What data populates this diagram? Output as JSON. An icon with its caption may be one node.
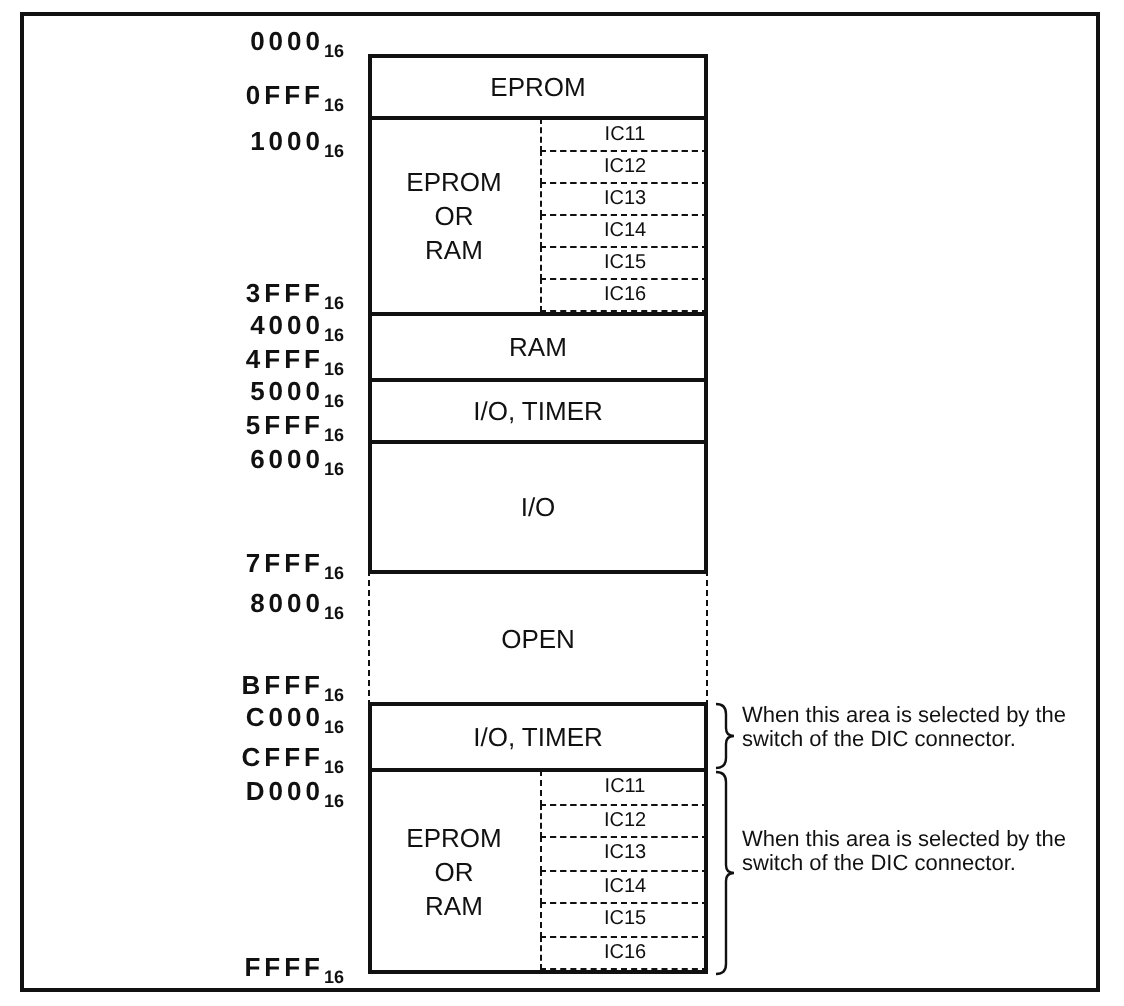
{
  "diagram": {
    "nodes": [
      {
        "text": [
          "EPROM"
        ]
      },
      {
        "text": [
          "EPROM OR RAM"
        ]
      },
      {
        "text": [
          "IC11"
        ],
        "in": 1
      },
      {
        "text": [
          "IC12"
        ],
        "in": 1
      },
      {
        "text": [
          "IC13"
        ],
        "in": 1
      },
      {
        "text": [
          "IC14"
        ],
        "in": 1
      },
      {
        "text": [
          "IC15"
        ],
        "in": 1
      },
      {
        "text": [
          "IC16"
        ],
        "in": 1
      },
      {
        "text": [
          "RAM"
        ]
      },
      {
        "text": [
          "I/O, TIMER"
        ]
      },
      {
        "text": [
          "I/O"
        ]
      },
      {
        "text": [
          "OPEN"
        ]
      },
      {
        "text": [
          "I/O, TIMER"
        ]
      },
      {
        "text": [
          "EPROM OR RAM"
        ]
      },
      {
        "text": [
          "IC11"
        ],
        "in": 13
      },
      {
        "text": [
          "IC12"
        ],
        "in": 13
      },
      {
        "text": [
          "IC13"
        ],
        "in": 13
      },
      {
        "text": [
          "IC14"
        ],
        "in": 13
      },
      {
        "text": [
          "IC15"
        ],
        "in": 13
      },
      {
        "text": [
          "IC16"
        ],
        "in": 13
      }
    ],
    "edges": [],
    "labels": [
      "0000$_{16}$",
      "0FFF$_{16}$",
      "1000$_{16}$",
      "3FFF$_{16}$",
      "4000$_{16}$",
      "4FFF$_{16}$",
      "5000$_{16}$",
      "5FFF$_{16}$",
      "6000$_{16}$",
      "7FFF$_{16}$",
      "8000$_{16}$",
      "BFFF$_{16}$",
      "C000$_{16}$",
      "CFFF$_{16}$",
      "D000$_{16}$",
      "FFFF$_{16}$",
      "When this area is selected by the switch of the DIC connector.",
      "When this area is selected by the switch of the DIC connector."
    ]
  }
}
